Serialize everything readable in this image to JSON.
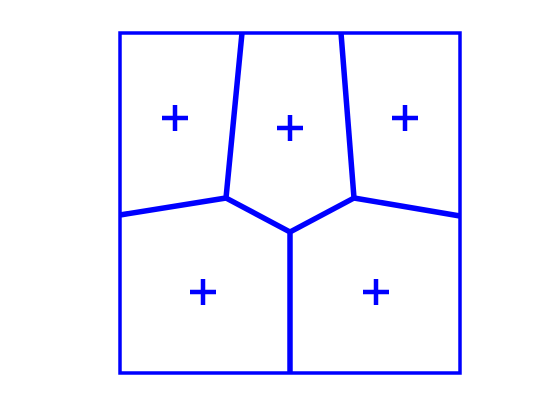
{
  "diagram": {
    "kind": "voronoi-diagram",
    "cell_count": 5,
    "site_count": 5,
    "site_marker": "plus-marker",
    "colors": {
      "line": "#0000ff",
      "background": "#ffffff"
    }
  }
}
